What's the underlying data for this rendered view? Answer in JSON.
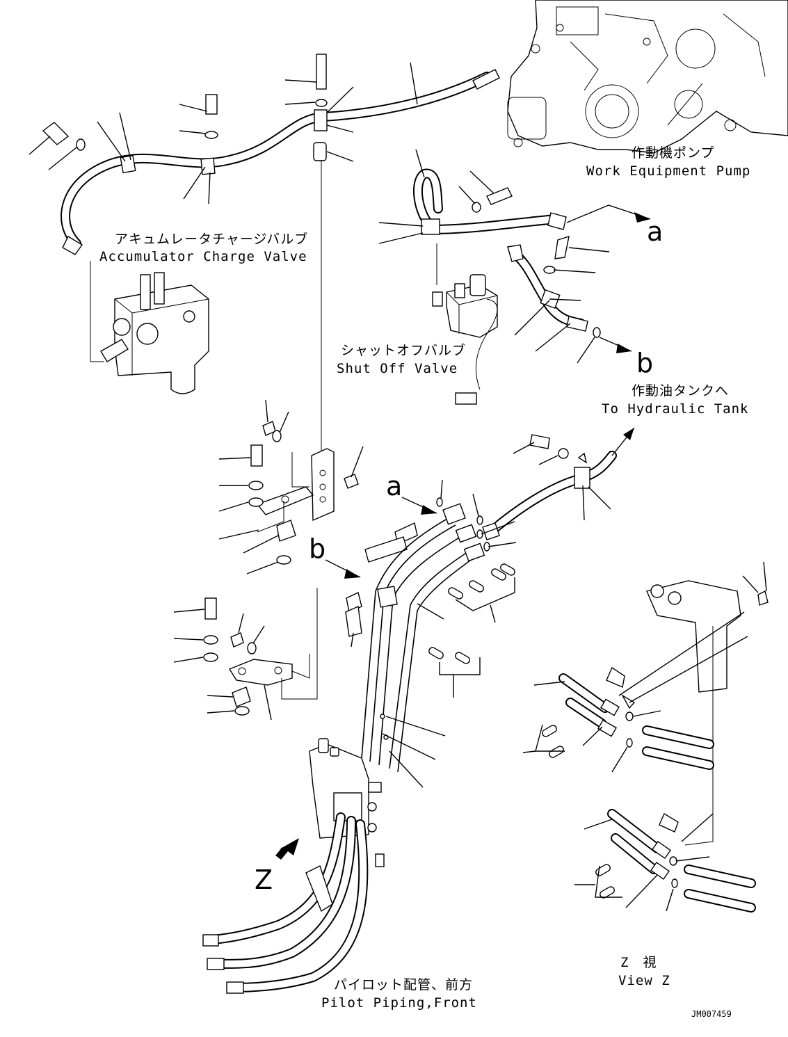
{
  "labels": {
    "work_pump_jp": "作動機ポンプ",
    "work_pump_en": "Work Equipment Pump",
    "acc_valve_jp": "アキュムレータチャージバルブ",
    "acc_valve_en": "Accumulator Charge Valve",
    "shutoff_jp": "シャットオフバルブ",
    "shutoff_en": "Shut Off Valve",
    "tank_jp": "作動油タンクへ",
    "tank_en": "To Hydraulic Tank",
    "pilot_jp": "パイロット配管、前方",
    "pilot_en": "Pilot Piping,Front",
    "view_jp": "Z　視",
    "view_en": "View Z",
    "marker_a": "a",
    "marker_b": "b",
    "marker_z": "Z",
    "drawing_number": "JM007459"
  }
}
